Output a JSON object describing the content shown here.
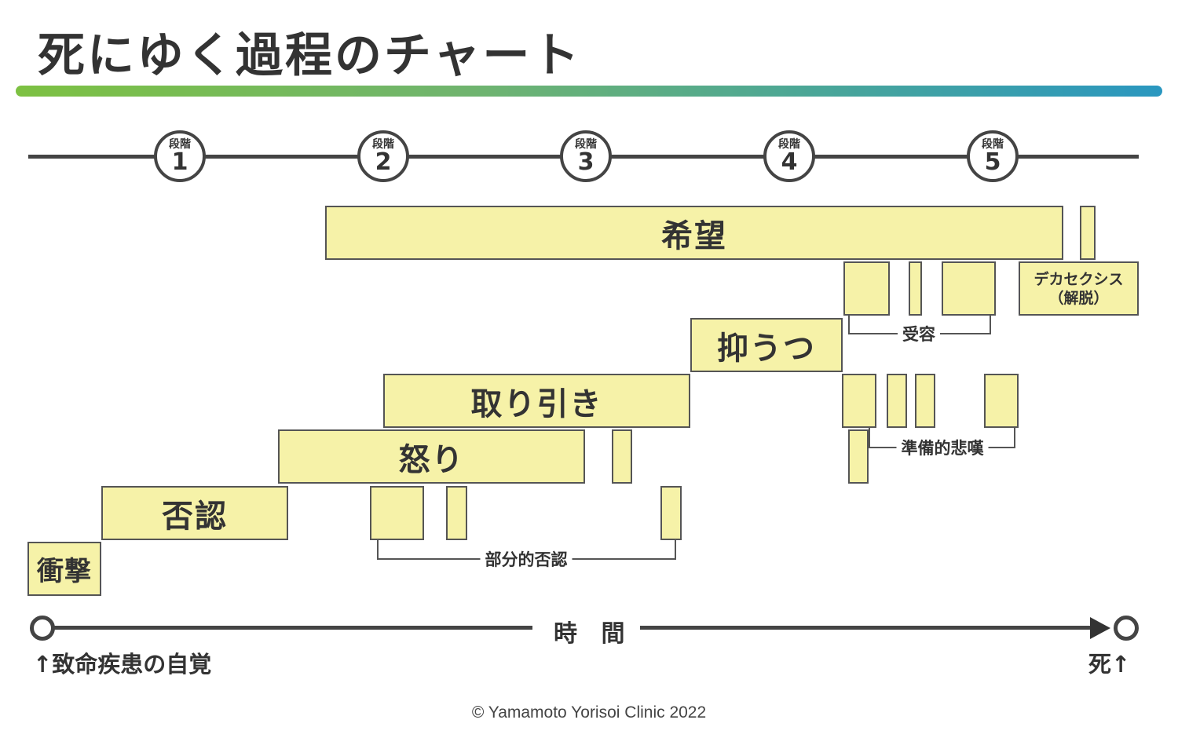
{
  "title": "死にゆく過程のチャート",
  "stages": [
    {
      "small": "段階",
      "num": "1"
    },
    {
      "small": "段階",
      "num": "2"
    },
    {
      "small": "段階",
      "num": "3"
    },
    {
      "small": "段階",
      "num": "4"
    },
    {
      "small": "段階",
      "num": "5"
    }
  ],
  "phases": {
    "shock": "衝撃",
    "denial": "否認",
    "anger": "怒り",
    "bargaining": "取り引き",
    "depression": "抑うつ",
    "hope": "希望",
    "decathexis": "デカセクシス\n（解脱）"
  },
  "brackets": {
    "partial_denial": "部分的否認",
    "preparatory_grief": "準備的悲嘆",
    "acceptance": "受容"
  },
  "time_axis": {
    "label": "時 間",
    "start": "↑致命疾患の自覚",
    "end": "死↑"
  },
  "copyright": "© Yamamoto Yorisoi Clinic 2022",
  "colors": {
    "box_fill": "#f6f2a8",
    "line": "#444444",
    "gradient_start": "#7dc142",
    "gradient_end": "#2a97c0"
  }
}
